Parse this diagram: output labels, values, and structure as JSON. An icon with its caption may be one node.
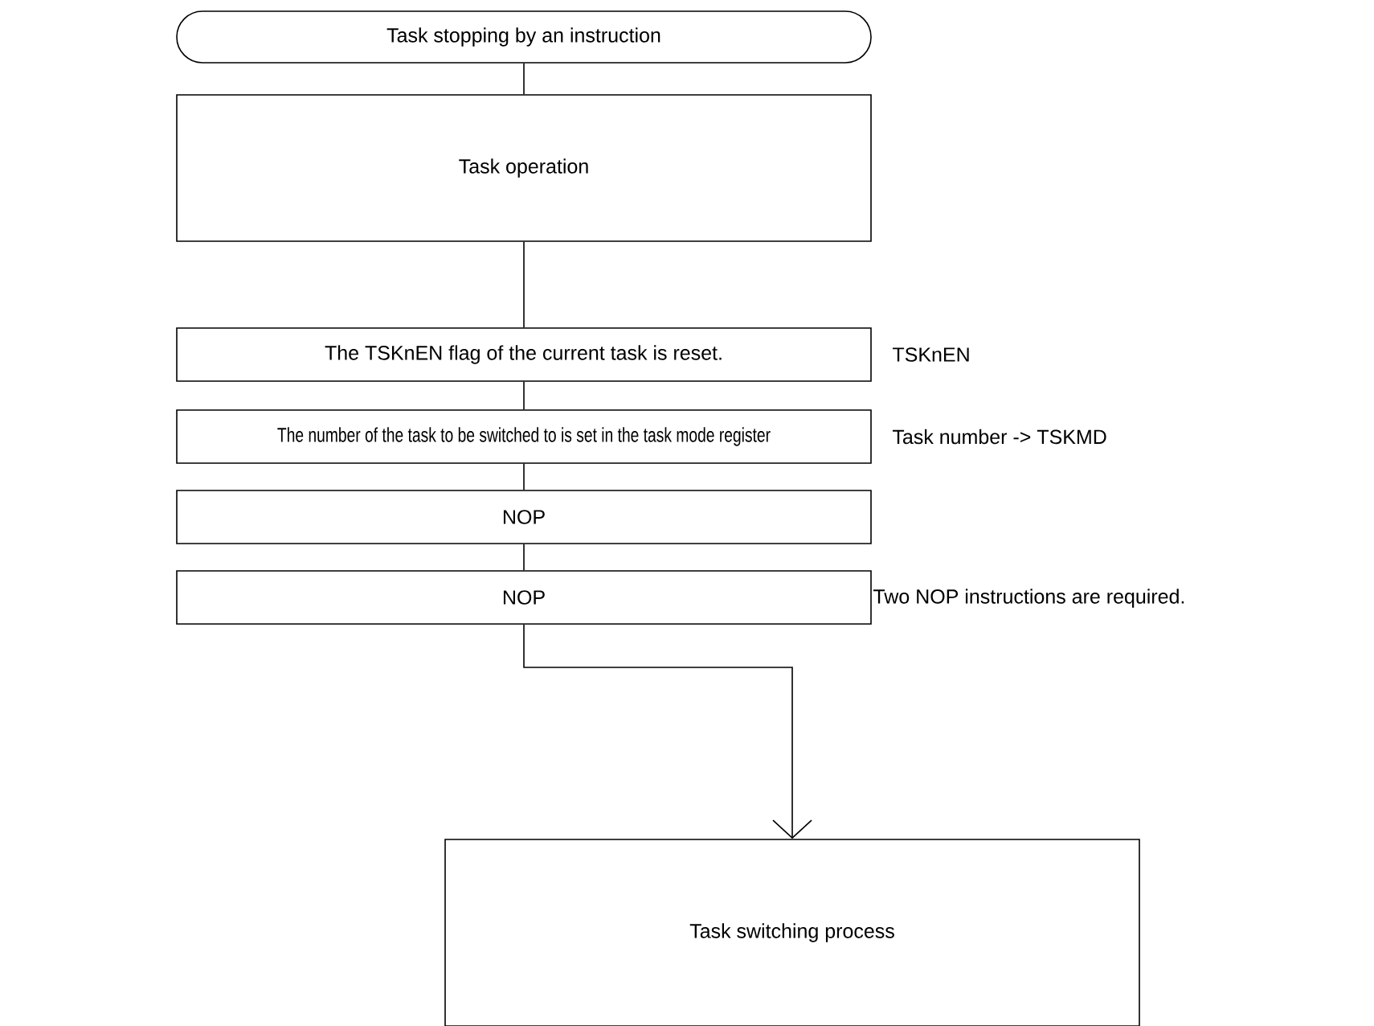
{
  "diagram": {
    "nodes": [
      {
        "text": [
          "Task stopping by an instruction"
        ]
      },
      {
        "text": [
          "Task operation"
        ]
      },
      {
        "text": [
          "The TSKnEN flag of the current task is reset."
        ],
        "beside": [
          "TSKnEN"
        ]
      },
      {
        "text": [
          "The number of the task to be switched to is set in the task mode register"
        ],
        "beside": [
          "Task number -> TSKMD"
        ]
      },
      {
        "text": [
          "NOP"
        ]
      },
      {
        "text": [
          "NOP"
        ]
      },
      {
        "text": [
          "Task switching process"
        ]
      }
    ],
    "edges": [
      {
        "from": 0,
        "to": 1,
        "arrow": "none"
      },
      {
        "from": 1,
        "to": 2,
        "arrow": "none"
      },
      {
        "from": 2,
        "to": 3,
        "arrow": "none"
      },
      {
        "from": 3,
        "to": 4,
        "arrow": "none"
      },
      {
        "from": 4,
        "to": 5,
        "arrow": "none"
      },
      {
        "from": 5,
        "to": 6,
        "arrow": "to"
      }
    ],
    "labels": [
      "Two NOP instructions are required."
    ]
  }
}
